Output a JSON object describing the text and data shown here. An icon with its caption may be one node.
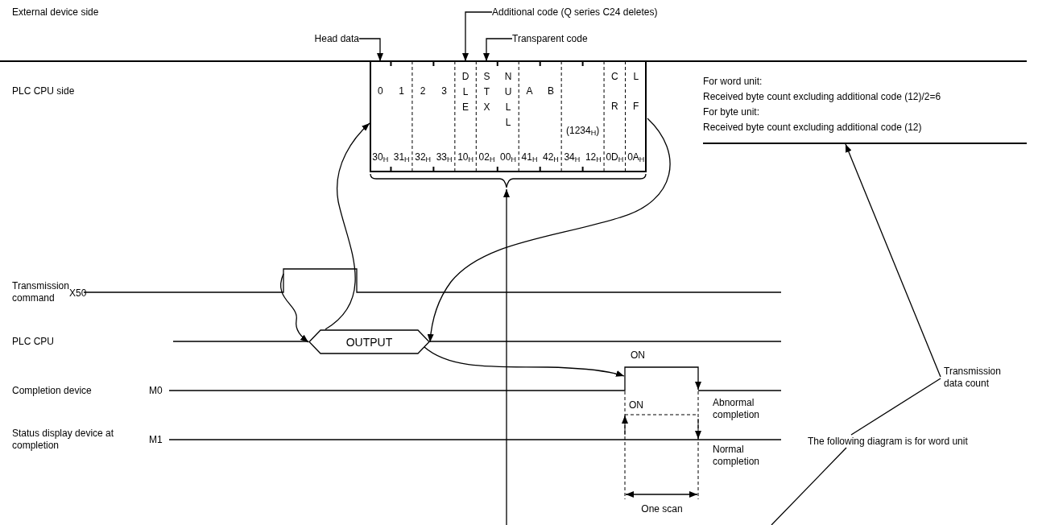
{
  "diagram": {
    "nodes": [
      {
        "text": [
          "Additional code (Q series C24 deletes)"
        ]
      },
      {
        "text": [
          "Head data"
        ]
      },
      {
        "text": [
          "Transparent code"
        ]
      },
      {
        "text": [],
        "shape": "box"
      },
      {
        "text": [
          "For word unit:",
          "Received byte count excluding additional code (12)/2=6",
          "For byte unit:",
          "Received byte count excluding additional code (12)"
        ]
      },
      {
        "text": [
          "OUTPUT"
        ]
      },
      {
        "text": [
          "Transmission data count"
        ]
      },
      {
        "text": [
          "The following diagram is for word unit"
        ]
      }
    ],
    "edges": [
      {
        "from": 0,
        "to": 3,
        "arrow": "to"
      },
      {
        "from": 1,
        "to": 3,
        "arrow": "to"
      },
      {
        "from": 2,
        "to": 3,
        "arrow": "to"
      },
      {
        "from": null,
        "to": 3,
        "arrow": "to"
      },
      {
        "from": null,
        "to": 5,
        "arrow": "to"
      },
      {
        "from": 5,
        "to": 3,
        "arrow": "to"
      },
      {
        "from": 3,
        "to": 5,
        "arrow": "to"
      },
      {
        "from": 5,
        "to": null,
        "arrow": "to"
      },
      {
        "from": 6,
        "to": 4,
        "arrow": "to"
      },
      {
        "from": 6,
        "to": 7,
        "arrow": "none"
      },
      {
        "from": 7,
        "to": null,
        "arrow": "none"
      }
    ],
    "labels": [
      "External device side",
      "PLC CPU side",
      "0",
      "1",
      "2",
      "3",
      "DLE",
      "STX",
      "NULL",
      "A",
      "B",
      "(1234$_{H}$)",
      "CR",
      "LF",
      "30$_{H}$",
      "31$_{H}$",
      "32$_{H}$",
      "33$_{H}$",
      "10$_{H}$",
      "02$_{H}$",
      "00$_{H}$",
      "41$_{H}$",
      "42$_{H}$",
      "34$_{H}$",
      "12$_{H}$",
      "0D$_{H}$",
      "0A$_{H}$",
      "Transmission command",
      "X50",
      "PLC CPU",
      "Completion device",
      "M0",
      "ON",
      "ON",
      "Abnormal completion",
      "Status display device at completion",
      "M1",
      "Normal completion",
      "One scan"
    ]
  }
}
